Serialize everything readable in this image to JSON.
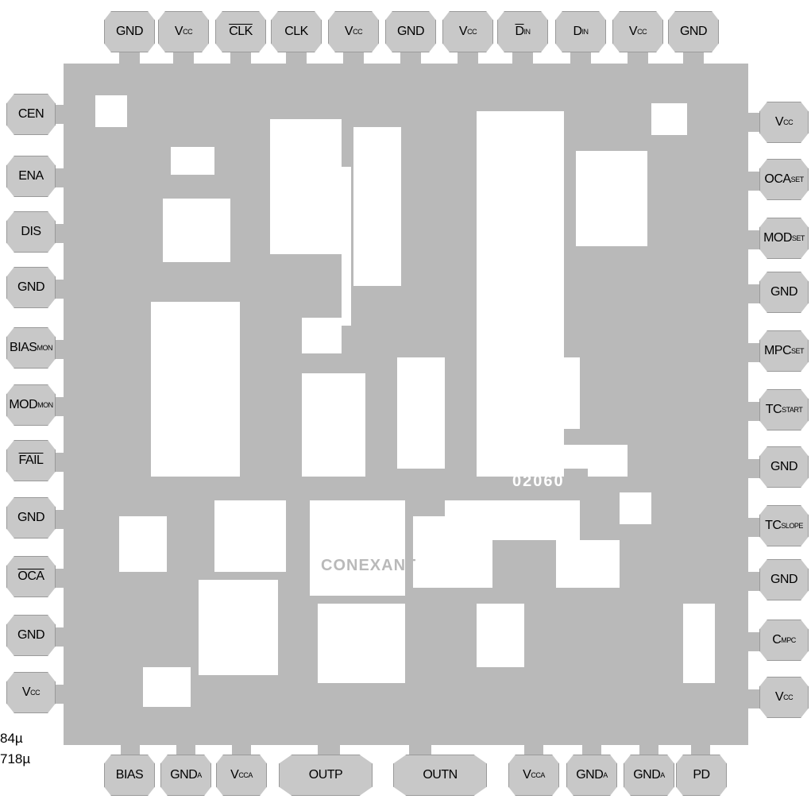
{
  "pads": {
    "top": [
      {
        "main": "GND",
        "sub": "",
        "over": false
      },
      {
        "main": "V",
        "sub": "CC",
        "over": false
      },
      {
        "main": "CLK",
        "sub": "",
        "over": true
      },
      {
        "main": "CLK",
        "sub": "",
        "over": false
      },
      {
        "main": "V",
        "sub": "CC",
        "over": false
      },
      {
        "main": "GND",
        "sub": "",
        "over": false
      },
      {
        "main": "V",
        "sub": "CC",
        "over": false
      },
      {
        "main": "D",
        "sub": "IN",
        "over": true
      },
      {
        "main": "D",
        "sub": "IN",
        "over": false
      },
      {
        "main": "V",
        "sub": "CC",
        "over": false
      },
      {
        "main": "GND",
        "sub": "",
        "over": false
      }
    ],
    "left": [
      {
        "main": "CEN",
        "sub": "",
        "over": false
      },
      {
        "main": "ENA",
        "sub": "",
        "over": false
      },
      {
        "main": "DIS",
        "sub": "",
        "over": false
      },
      {
        "main": "GND",
        "sub": "",
        "over": false
      },
      {
        "main": "BIAS",
        "sub": "MON",
        "over": false
      },
      {
        "main": "MOD",
        "sub": "MON",
        "over": false
      },
      {
        "main": "FAIL",
        "sub": "",
        "over": true
      },
      {
        "main": "GND",
        "sub": "",
        "over": false
      },
      {
        "main": "OCA",
        "sub": "",
        "over": true
      },
      {
        "main": "GND",
        "sub": "",
        "over": false
      },
      {
        "main": "V",
        "sub": "CC",
        "over": false
      }
    ],
    "right": [
      {
        "main": "V",
        "sub": "CC",
        "over": false
      },
      {
        "main": "OCA",
        "sub": "SET",
        "over": false
      },
      {
        "main": "MOD",
        "sub": "SET",
        "over": false
      },
      {
        "main": "GND",
        "sub": "",
        "over": false
      },
      {
        "main": "MPC",
        "sub": "SET",
        "over": false
      },
      {
        "main": "TC",
        "sub": "START",
        "over": false
      },
      {
        "main": "GND",
        "sub": "",
        "over": false
      },
      {
        "main": "TC",
        "sub": "SLOPE",
        "over": false
      },
      {
        "main": "GND",
        "sub": "",
        "over": false
      },
      {
        "main": "C",
        "sub": "MPC",
        "over": false
      },
      {
        "main": "V",
        "sub": "CC",
        "over": false
      }
    ],
    "bottom": [
      {
        "main": "BIAS",
        "sub": "",
        "over": false
      },
      {
        "main": "GND",
        "sub": "A",
        "over": false
      },
      {
        "main": "V",
        "sub": "CCA",
        "over": false
      },
      {
        "main": "OUTP",
        "sub": "",
        "over": false
      },
      {
        "main": "OUTN",
        "sub": "",
        "over": false
      },
      {
        "main": "V",
        "sub": "CCA",
        "over": false
      },
      {
        "main": "GND",
        "sub": "A",
        "over": false
      },
      {
        "main": "GND",
        "sub": "A",
        "over": false
      },
      {
        "main": "PD",
        "sub": "",
        "over": false
      }
    ]
  },
  "die_labels": {
    "part": "02060",
    "brand": "CONEXANT"
  },
  "dimensions": {
    "width": "84µ",
    "height": "718µ"
  },
  "colors": {
    "die": "#b9b9b9",
    "pad": "#c8c8c8",
    "pad_border": "#9a9a9a",
    "text": "#000000",
    "void": "#ffffff"
  }
}
